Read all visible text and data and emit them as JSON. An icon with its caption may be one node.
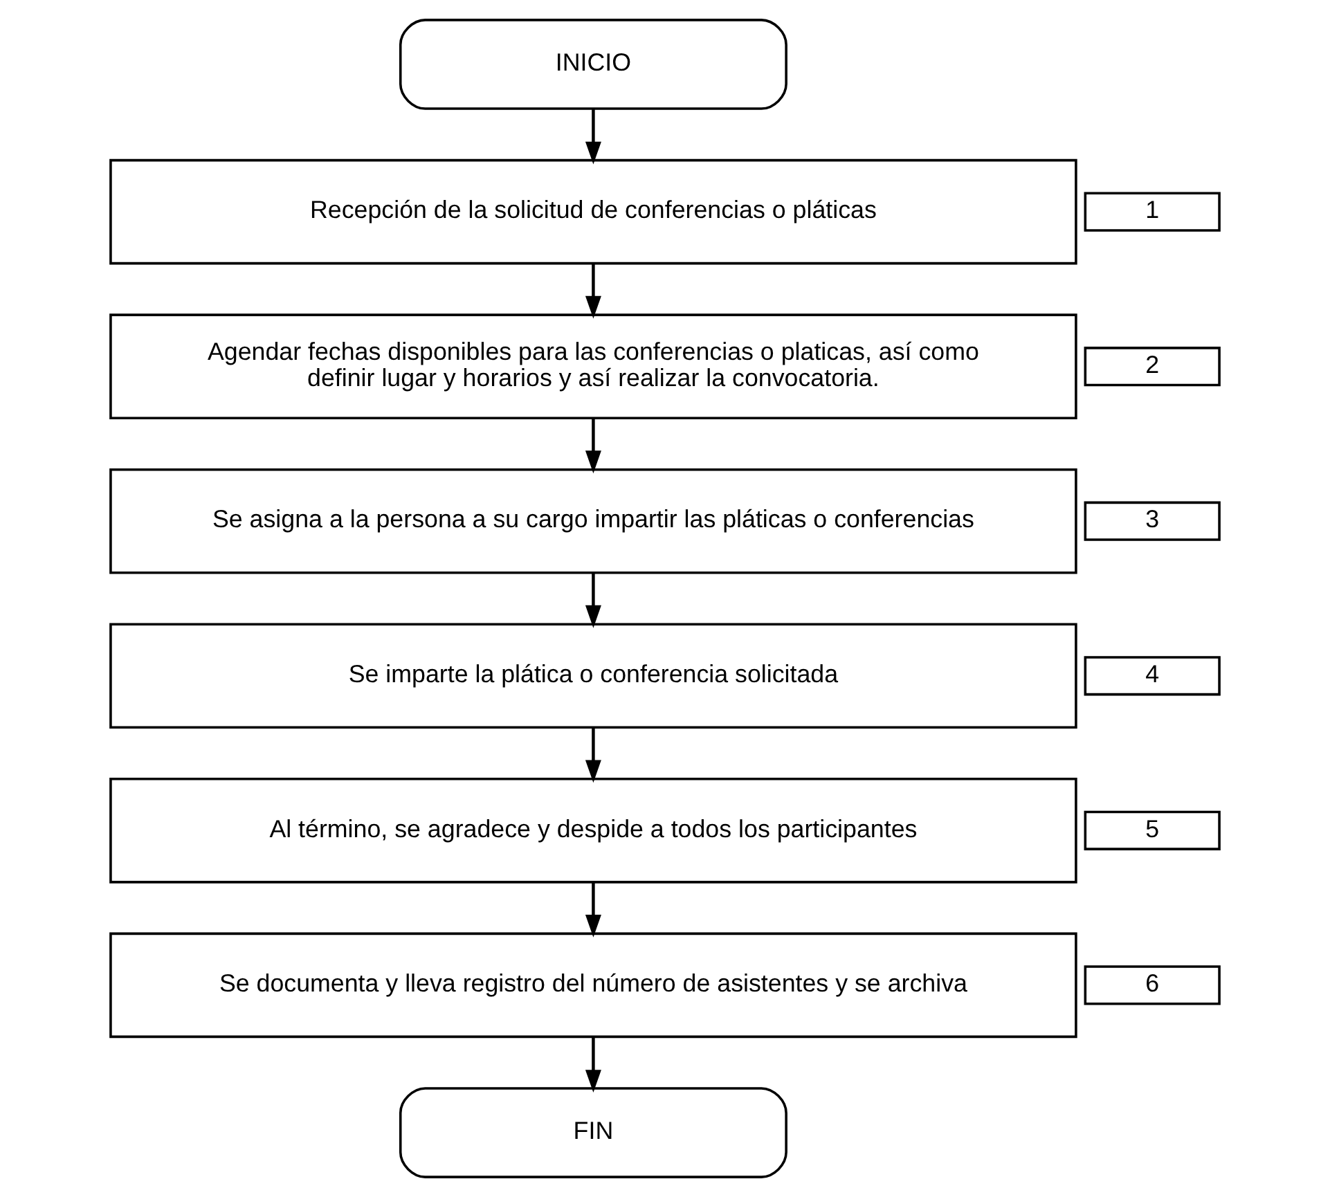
{
  "diagram": {
    "nodes": [
      {
        "text": [
          "INICIO"
        ]
      },
      {
        "text": [
          "1"
        ]
      },
      {
        "text": [
          "Recepción de la solicitud de conferencias o pláticas"
        ]
      },
      {
        "text": [
          "2"
        ]
      },
      {
        "text": [
          "Agendar fechas disponibles para las conferencias o platicas, así como definir lugar y horarios y así realizar la convocatoria."
        ]
      },
      {
        "text": [
          "3"
        ]
      },
      {
        "text": [
          "Se asigna a la persona a su cargo impartir las pláticas o conferencias"
        ]
      },
      {
        "text": [
          "4"
        ]
      },
      {
        "text": [
          "Se imparte la plática o conferencia solicitada"
        ]
      },
      {
        "text": [
          "5"
        ]
      },
      {
        "text": [
          "Al término, se agradece y despide a todos los participantes"
        ]
      },
      {
        "text": [
          "6"
        ]
      },
      {
        "text": [
          "Se documenta y lleva registro del número de asistentes y se archiva"
        ]
      },
      {
        "text": [
          "FIN"
        ]
      }
    ],
    "edges": [
      {
        "from": 0,
        "to": 2,
        "arrow": "to"
      },
      {
        "from": 2,
        "to": 4,
        "arrow": "to"
      },
      {
        "from": 4,
        "to": 6,
        "arrow": "to"
      },
      {
        "from": 6,
        "to": 8,
        "arrow": "to"
      },
      {
        "from": 8,
        "to": 10,
        "arrow": "to"
      },
      {
        "from": 10,
        "to": 12,
        "arrow": "to"
      },
      {
        "from": 12,
        "to": 13,
        "arrow": "to"
      }
    ]
  }
}
